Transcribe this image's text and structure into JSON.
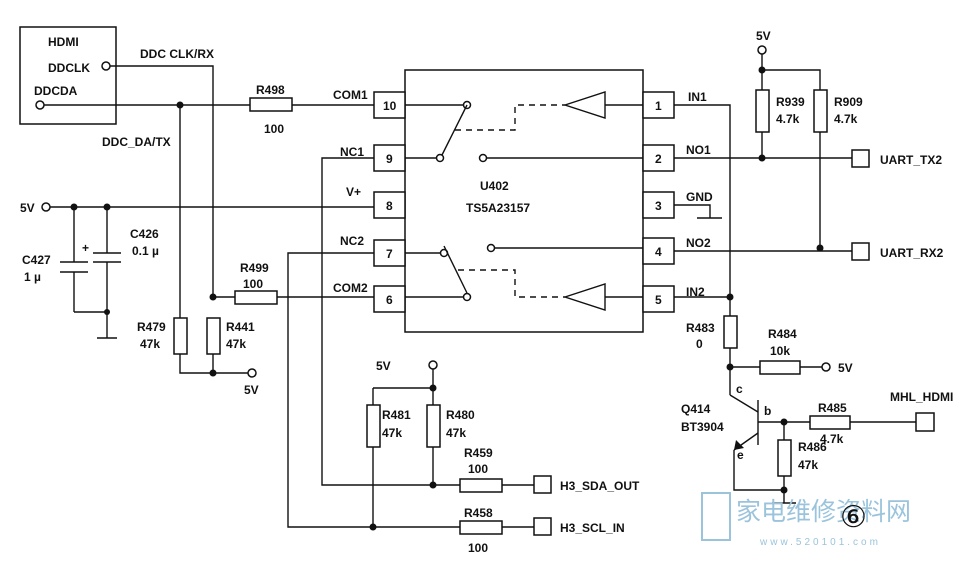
{
  "hdmi": {
    "title": "HDMI",
    "ddclk": "DDCLK",
    "ddcda": "DDCDA"
  },
  "nets": {
    "ddc_clk_rx": "DDC CLK/RX",
    "ddc_da_tx": "DDC_DA/TX",
    "com1": "COM1",
    "nc1": "NC1",
    "vplus": "V+",
    "nc2": "NC2",
    "com2": "COM2",
    "in1": "IN1",
    "no1": "NO1",
    "gnd": "GND",
    "no2": "NO2",
    "in2": "IN2",
    "uart_tx2": "UART_TX2",
    "uart_rx2": "UART_RX2",
    "mhl_hdmi": "MHL_HDMI",
    "h3_sda_out": "H3_SDA_OUT",
    "h3_scl_in": "H3_SCL_IN",
    "v5": "5V"
  },
  "ic": {
    "ref": "U402",
    "part": "TS5A23157",
    "pins_left": [
      "10",
      "9",
      "8",
      "7",
      "6"
    ],
    "pins_right": [
      "1",
      "2",
      "3",
      "4",
      "5"
    ]
  },
  "components": {
    "r498": {
      "ref": "R498",
      "value": "100"
    },
    "r499": {
      "ref": "R499",
      "value": "100"
    },
    "r479": {
      "ref": "R479",
      "value": "47k"
    },
    "r441": {
      "ref": "R441",
      "value": "47k"
    },
    "c426": {
      "ref": "C426",
      "value": "0.1 µ"
    },
    "c427": {
      "ref": "C427",
      "value": "1 µ"
    },
    "c427_plus": "+",
    "r939": {
      "ref": "R939",
      "value": "4.7k"
    },
    "r909": {
      "ref": "R909",
      "value": "4.7k"
    },
    "r483": {
      "ref": "R483",
      "value": "0"
    },
    "r484": {
      "ref": "R484",
      "value": "10k"
    },
    "r485": {
      "ref": "R485",
      "value": "4.7k"
    },
    "r486": {
      "ref": "R486",
      "value": "47k"
    },
    "r481": {
      "ref": "R481",
      "value": "47k"
    },
    "r480": {
      "ref": "R480",
      "value": "47k"
    },
    "r459": {
      "ref": "R459",
      "value": "100"
    },
    "r458": {
      "ref": "R458",
      "value": "100"
    },
    "q414": {
      "ref": "Q414",
      "part": "BT3904",
      "c": "c",
      "b": "b",
      "e": "e"
    }
  },
  "page_mark": "⑥",
  "watermark": {
    "cn": "家电维修资料网",
    "url": "www.520101.com"
  },
  "colors": {
    "ink": "#111111",
    "watermark": "#9bc4dc",
    "background": "#ffffff"
  }
}
